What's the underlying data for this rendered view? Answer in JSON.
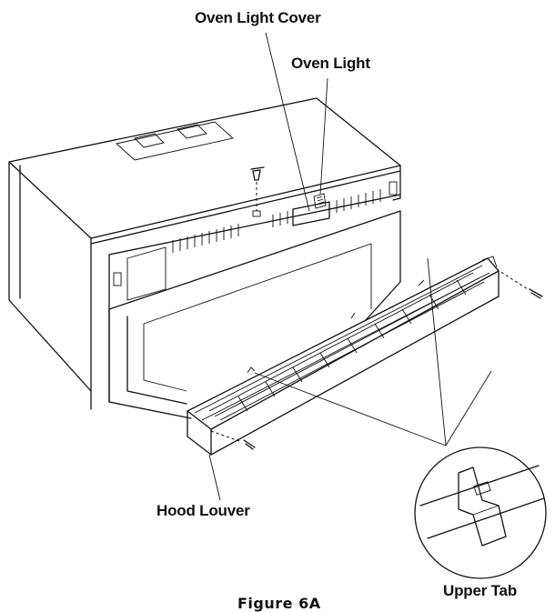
{
  "labels": {
    "oven_light_cover": "Oven Light Cover",
    "oven_light": "Oven Light",
    "hood_louver": "Hood Louver",
    "upper_tab": "Upper Tab",
    "figure": "Figure 6A"
  },
  "colors": {
    "ink": "#111111",
    "background": "#ffffff"
  }
}
